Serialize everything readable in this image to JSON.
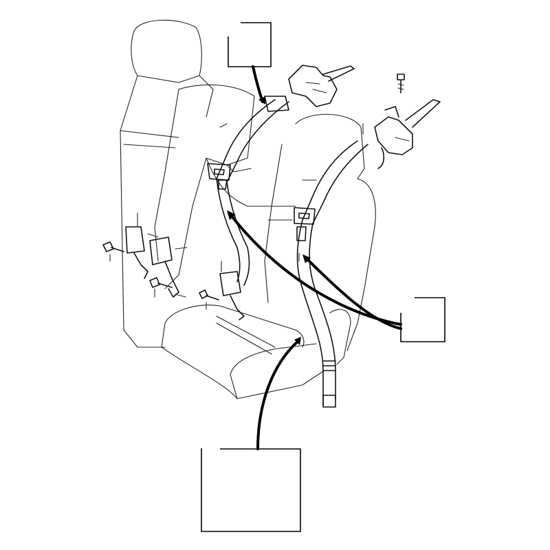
{
  "colors": {
    "line": "#000000",
    "background": "#ffffff"
  },
  "callouts": [
    {
      "id": "top-callout",
      "label": ""
    },
    {
      "id": "right-callout",
      "label": ""
    },
    {
      "id": "bottom-callout",
      "label": ""
    }
  ]
}
